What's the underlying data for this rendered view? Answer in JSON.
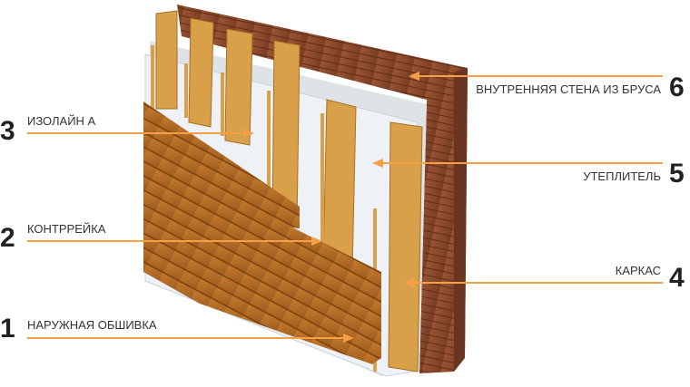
{
  "title": "Wall layers diagram",
  "colors": {
    "arrow": "#f5a047",
    "text": "#333333",
    "wood": "#b8702a",
    "wall": "#8a4a2c",
    "insulation": "#e8eef3"
  },
  "layers": [
    {
      "number": "1",
      "label": "НАРУЖНАЯ ОБШИВКА"
    },
    {
      "number": "2",
      "label": "КОНТРРЕЙКА"
    },
    {
      "number": "3",
      "label": "ИЗОЛАЙН А"
    },
    {
      "number": "4",
      "label": "КАРКАС"
    },
    {
      "number": "5",
      "label": "УТЕПЛИТЕЛЬ"
    },
    {
      "number": "6",
      "label": "ВНУТРЕННЯЯ СТЕНА ИЗ БРУСА"
    }
  ]
}
